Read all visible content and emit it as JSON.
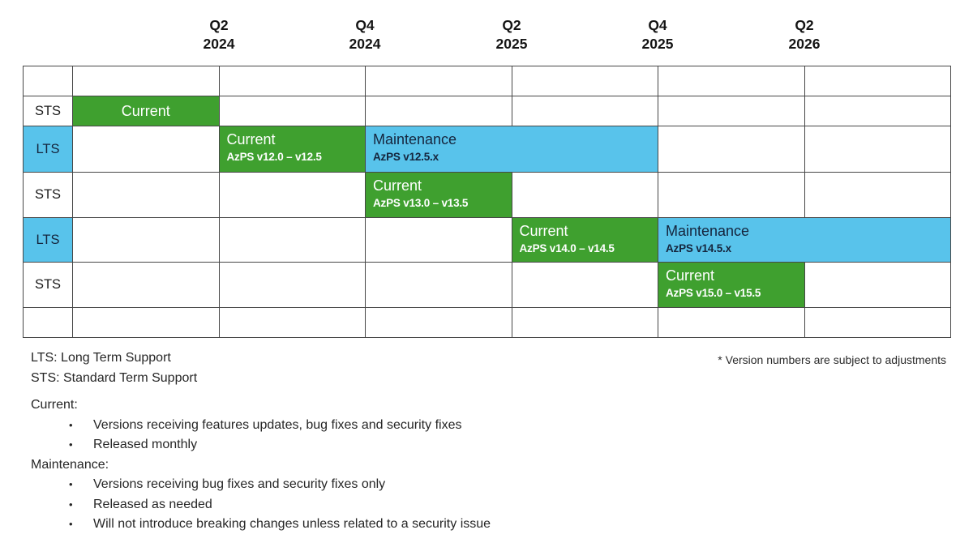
{
  "timeline": {
    "ticks": [
      {
        "quarter": "Q2",
        "year": "2024"
      },
      {
        "quarter": "Q4",
        "year": "2024"
      },
      {
        "quarter": "Q2",
        "year": "2025"
      },
      {
        "quarter": "Q4",
        "year": "2025"
      },
      {
        "quarter": "Q2",
        "year": "2026"
      }
    ]
  },
  "grid": {
    "row_labels": [
      "",
      "STS",
      "LTS",
      "STS",
      "LTS",
      "STS",
      ""
    ],
    "blocks": {
      "b1": {
        "state": "Current",
        "versions": ""
      },
      "b2": {
        "state": "Current",
        "versions": "AzPS v12.0 – v12.5"
      },
      "m1": {
        "state": "Maintenance",
        "versions": "AzPS v12.5.x"
      },
      "b3": {
        "state": "Current",
        "versions": "AzPS v13.0 – v13.5"
      },
      "b4": {
        "state": "Current",
        "versions": "AzPS v14.0 – v14.5"
      },
      "m2": {
        "state": "Maintenance",
        "versions": "AzPS v14.5.x"
      },
      "b5": {
        "state": "Current",
        "versions": "AzPS v15.0 – v15.5"
      }
    }
  },
  "legend": {
    "abbreviations": [
      "LTS: Long Term Support",
      "STS: Standard Term Support"
    ],
    "sections": [
      {
        "title": "Current:",
        "bullets": [
          "Versions receiving features updates, bug fixes and security fixes",
          "Released monthly"
        ]
      },
      {
        "title": "Maintenance:",
        "bullets": [
          "Versions receiving bug fixes and security fixes only",
          "Released as needed",
          "Will not introduce breaking changes unless related to a security issue"
        ]
      }
    ]
  },
  "footnote": "* Version numbers are subject to adjustments",
  "colors": {
    "current_green": "#3FA02F",
    "maintenance_blue": "#58C3EB",
    "lts_row_label_blue": "#58C3EB",
    "grid_line": "#474747",
    "dark_text_on_blue": "#15253D"
  },
  "chart_data": {
    "type": "table",
    "x_ticks": [
      "Q2 2024",
      "Q4 2024",
      "Q2 2025",
      "Q4 2025",
      "Q2 2026"
    ],
    "note": "Gantt-style support lifecycle; columns are half-year periods, ticks sit on cell boundaries",
    "rows": [
      {
        "support": "STS",
        "phases": [
          {
            "phase": "Current",
            "versions": "",
            "start": "chart start",
            "end": "Q2 2024",
            "color": "green"
          }
        ]
      },
      {
        "support": "LTS",
        "phases": [
          {
            "phase": "Current",
            "versions": "AzPS v12.0 – v12.5",
            "start": "Q2 2024",
            "end": "Q4 2024",
            "color": "green"
          },
          {
            "phase": "Maintenance",
            "versions": "AzPS v12.5.x",
            "start": "Q4 2024",
            "end": "Q4 2025",
            "color": "blue"
          }
        ]
      },
      {
        "support": "STS",
        "phases": [
          {
            "phase": "Current",
            "versions": "AzPS v13.0 – v13.5",
            "start": "Q4 2024",
            "end": "Q2 2025",
            "color": "green"
          }
        ]
      },
      {
        "support": "LTS",
        "phases": [
          {
            "phase": "Current",
            "versions": "AzPS v14.0 – v14.5",
            "start": "Q2 2025",
            "end": "Q4 2025",
            "color": "green"
          },
          {
            "phase": "Maintenance",
            "versions": "AzPS v14.5.x",
            "start": "Q4 2025",
            "end": "chart end",
            "color": "blue"
          }
        ]
      },
      {
        "support": "STS",
        "phases": [
          {
            "phase": "Current",
            "versions": "AzPS v15.0 – v15.5",
            "start": "Q4 2025",
            "end": "Q2 2026",
            "color": "green"
          }
        ]
      }
    ]
  }
}
